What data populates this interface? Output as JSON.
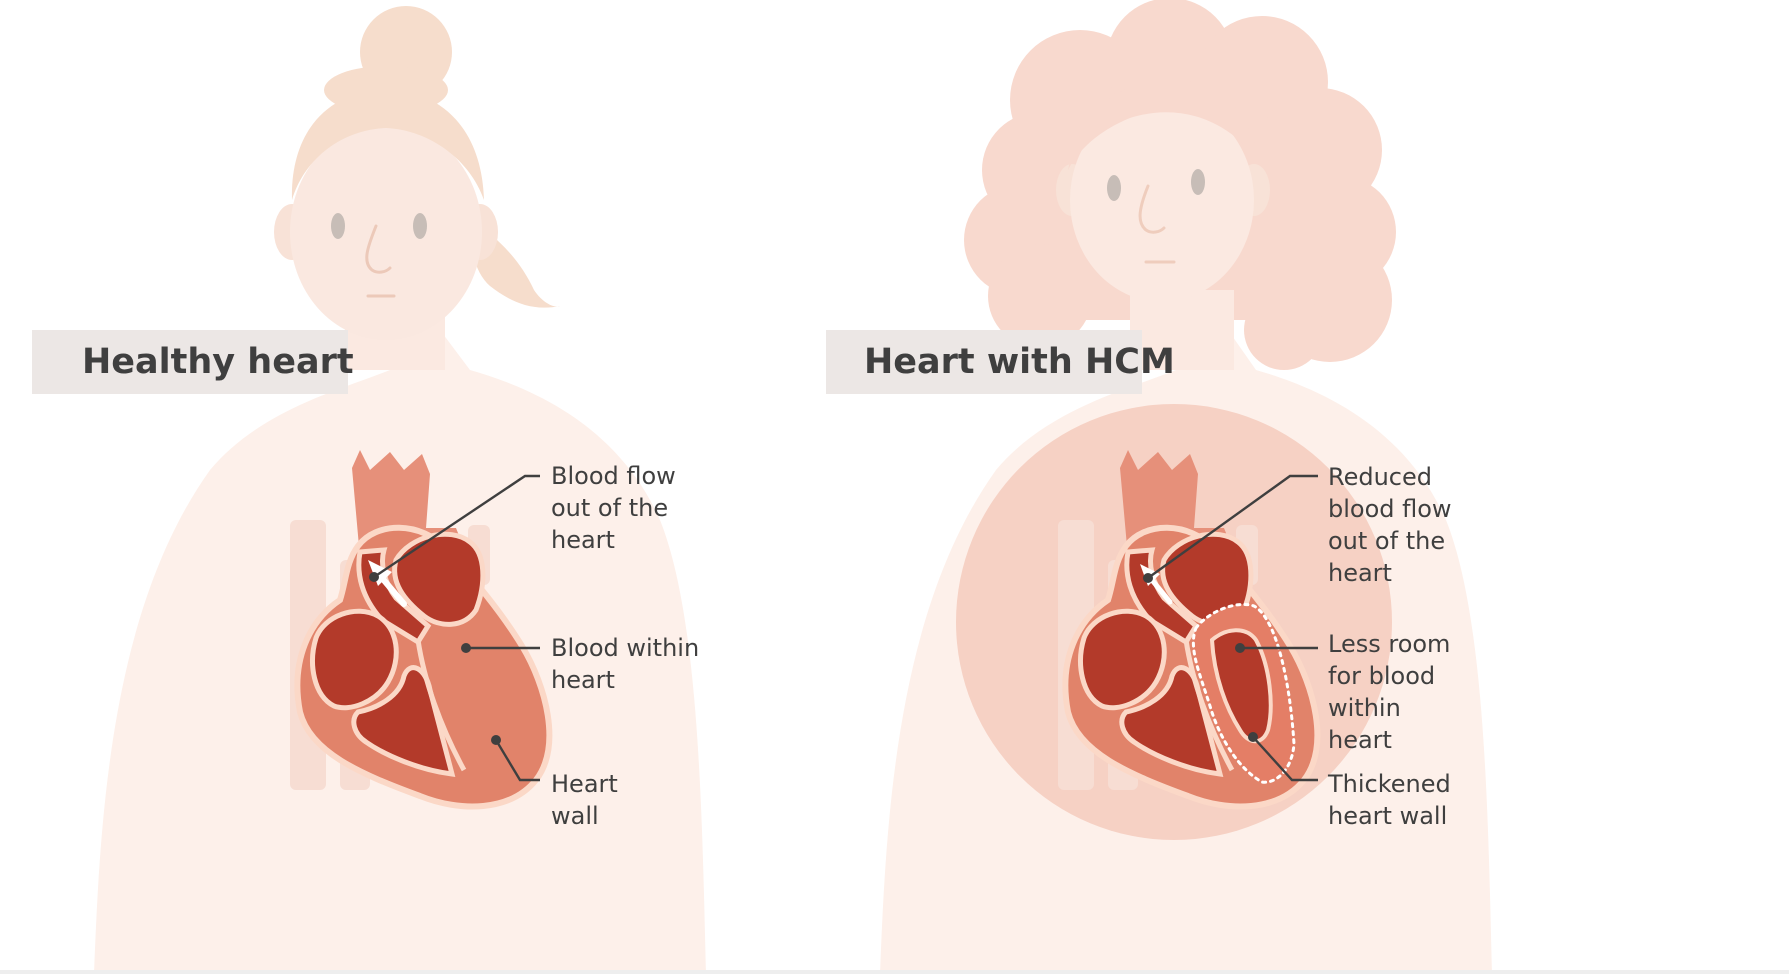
{
  "panels": [
    {
      "id": "healthy",
      "title": "Healthy heart",
      "labels": [
        {
          "id": "blood-flow-out",
          "lines": [
            "Blood flow",
            "out of the",
            "heart"
          ]
        },
        {
          "id": "blood-within",
          "lines": [
            "Blood within",
            "heart"
          ]
        },
        {
          "id": "heart-wall",
          "lines": [
            "Heart",
            "wall"
          ]
        }
      ]
    },
    {
      "id": "hcm",
      "title": "Heart with HCM",
      "labels": [
        {
          "id": "reduced-blood-flow",
          "lines": [
            "Reduced",
            "blood flow",
            "out of the",
            "heart"
          ]
        },
        {
          "id": "less-room",
          "lines": [
            "Less room",
            "for blood",
            "within",
            "heart"
          ]
        },
        {
          "id": "thickened-wall",
          "lines": [
            "Thickened",
            "heart wall"
          ]
        }
      ]
    }
  ],
  "colors": {
    "skin_body": "#fdf0ea",
    "skin_face": "#fae6dd",
    "hair_healthy": "#f6ddcc",
    "hair_hcm": "#f8d9ce",
    "heart_outer": "#e1836a",
    "heart_inner_stroke": "#fbd8c7",
    "blood": "#b33a2a",
    "thickened_muscle": "#e47e66",
    "chest_circle": "#f6d1c4",
    "leader_line": "#3f3f3f",
    "title_box": "#ece7e5",
    "text": "#3f3f3f"
  },
  "icons": [
    "flow-arrow-icon"
  ]
}
